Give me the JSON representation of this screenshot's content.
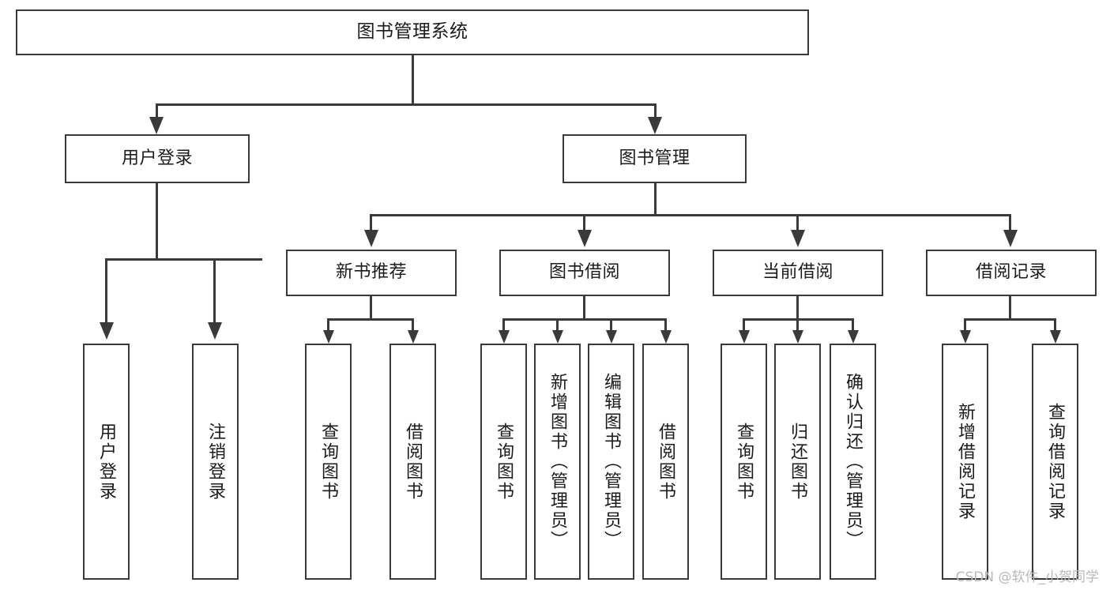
{
  "diagram": {
    "title": "图书管理系统",
    "type": "tree",
    "watermark": "CSDN @软件_小贺同学",
    "colors": {
      "border": "#3a3a3a",
      "background": "#ffffff",
      "text": "#1b1b1b",
      "watermark": "#b9b9b9"
    },
    "root": {
      "label": "图书管理系统"
    },
    "level2": [
      {
        "label": "用户登录"
      },
      {
        "label": "图书管理"
      }
    ],
    "level3": [
      {
        "label": "新书推荐"
      },
      {
        "label": "图书借阅"
      },
      {
        "label": "当前借阅"
      },
      {
        "label": "借阅记录"
      }
    ],
    "leaves": {
      "user_login": [
        {
          "label": "用户登录"
        },
        {
          "label": "注销登录"
        }
      ],
      "new_book": [
        {
          "label": "查询图书"
        },
        {
          "label": "借阅图书"
        }
      ],
      "borrow": [
        {
          "label": "查询图书"
        },
        {
          "label": "新增图书（管理员）"
        },
        {
          "label": "编辑图书（管理员）"
        },
        {
          "label": "借阅图书"
        }
      ],
      "current": [
        {
          "label": "查询图书"
        },
        {
          "label": "归还图书"
        },
        {
          "label": "确认归还（管理员）"
        }
      ],
      "records": [
        {
          "label": "新增借阅记录"
        },
        {
          "label": "查询借阅记录"
        }
      ]
    }
  }
}
